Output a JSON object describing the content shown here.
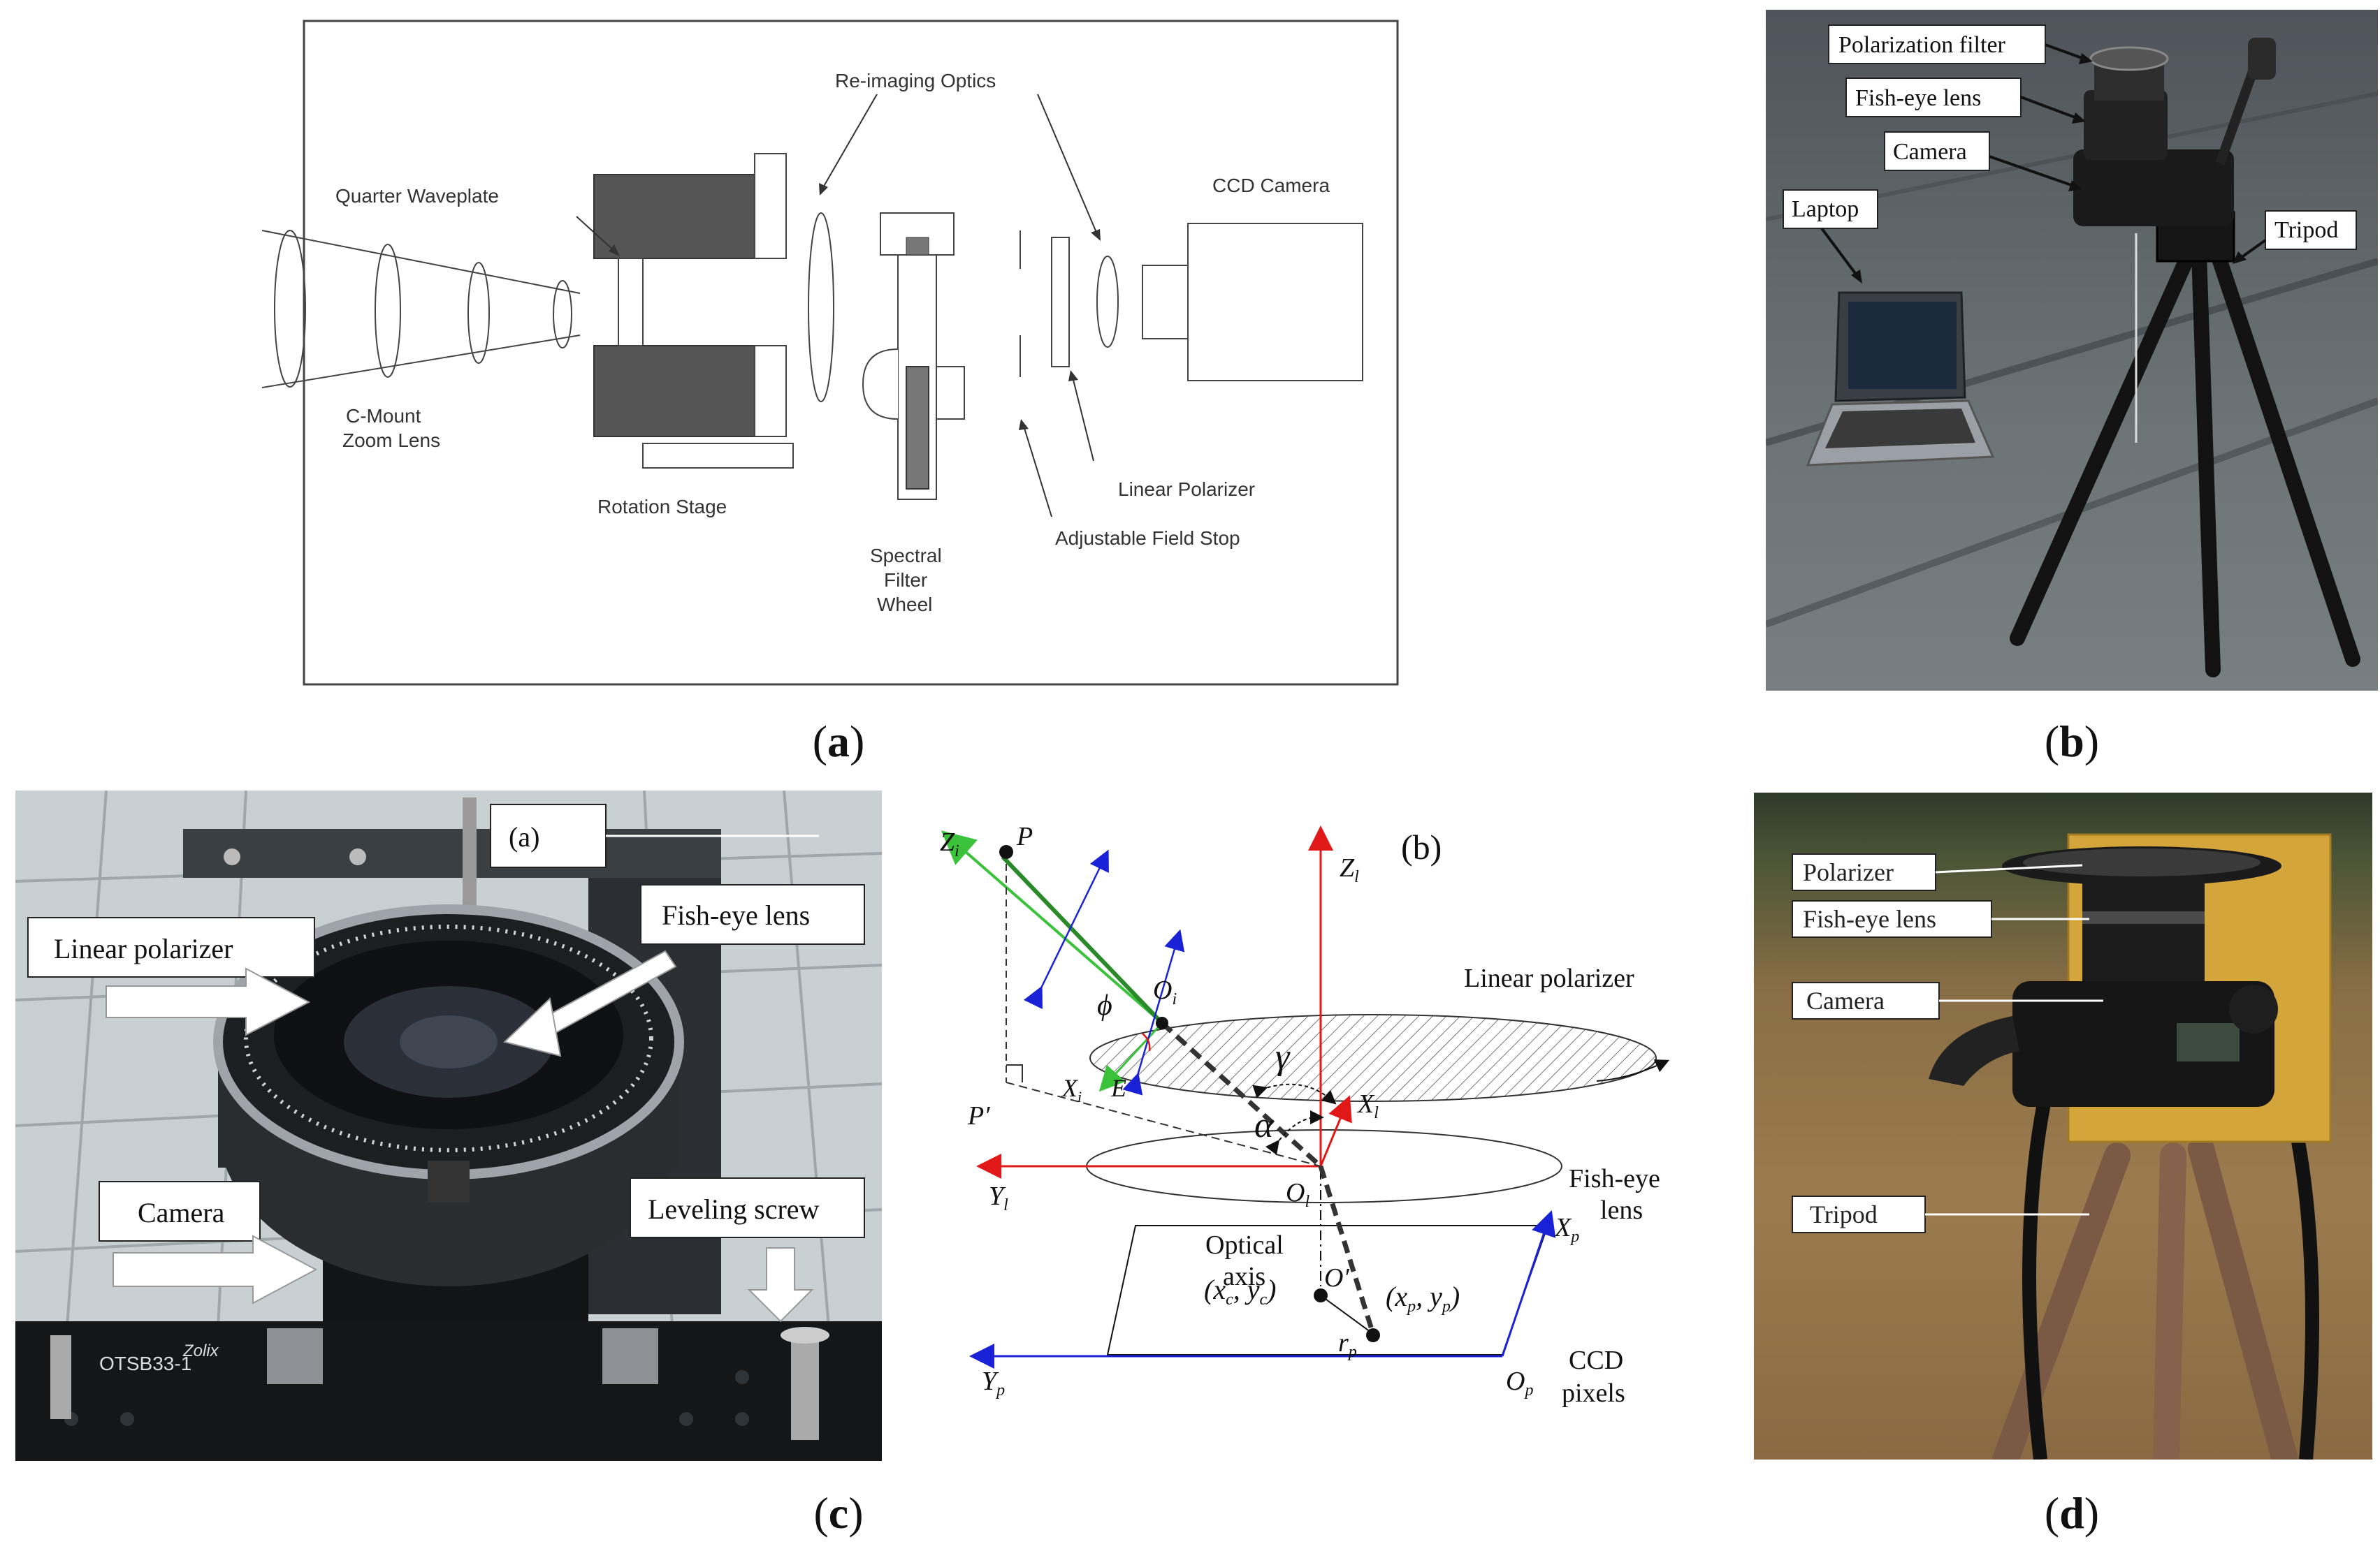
{
  "captions": {
    "a": "a",
    "b": "b",
    "c": "c",
    "d": "d"
  },
  "panel_a": {
    "labels": {
      "reimaging": "Re-imaging Optics",
      "quarter": "Quarter Waveplate",
      "ccd": "CCD Camera",
      "cmount_1": "C-Mount",
      "cmount_2": "Zoom Lens",
      "rotation": "Rotation Stage",
      "spectral_1": "Spectral",
      "spectral_2": "Filter",
      "spectral_3": "Wheel",
      "linear": "Linear Polarizer",
      "fieldstop": "Adjustable Field Stop"
    }
  },
  "panel_b": {
    "labels": {
      "polfilter": "Polarization filter",
      "fisheye": "Fish-eye lens",
      "camera": "Camera",
      "laptop": "Laptop",
      "tripod": "Tripod"
    }
  },
  "panel_c_photo": {
    "labels": {
      "sub": "(a)",
      "fisheye": "Fish-eye lens",
      "linpol": "Linear polarizer",
      "camera": "Camera",
      "leveling": "Leveling screw"
    },
    "plate_text_1": "OTSB33-1",
    "plate_text_2": "Zolix"
  },
  "panel_c_diagram": {
    "labels": {
      "sub": "(b)",
      "linpol": "Linear polarizer",
      "fisheye_1": "Fish-eye",
      "fisheye_2": "lens",
      "optical_1": "Optical",
      "optical_2": "axis",
      "ccd_1": "CCD",
      "ccd_2": "pixels",
      "Zi": "Z",
      "Zi_sub": "i",
      "P": "P",
      "Zl": "Z",
      "Zl_sub": "l",
      "phi": "ϕ",
      "Oi": "O",
      "Oi_sub": "i",
      "E": "E",
      "Xi": "X",
      "Xi_sub": "i",
      "Pprime": "P′",
      "gamma": "γ",
      "alpha": "α",
      "Xl": "X",
      "Xl_sub": "l",
      "Yl": "Y",
      "Yl_sub": "l",
      "Ol": "O",
      "Ol_sub": "l",
      "Oprime": "O′",
      "Xp": "X",
      "Xp_sub": "p",
      "Yp": "Y",
      "Yp_sub": "p",
      "Op": "O",
      "Op_sub": "p",
      "rp": "r",
      "rp_sub": "p",
      "xcyc": "(x",
      "xcyc_c1": "c",
      "xcyc_mid": ", y",
      "xcyc_c2": "c",
      "xcyc_end": ")",
      "xpyp": "(x",
      "xpyp_p1": "p",
      "xpyp_mid": ", y",
      "xpyp_p2": "p",
      "xpyp_end": ")"
    }
  },
  "panel_d": {
    "labels": {
      "polarizer": "Polarizer",
      "fisheye": "Fish-eye lens",
      "camera": "Camera",
      "tripod": "Tripod"
    }
  }
}
